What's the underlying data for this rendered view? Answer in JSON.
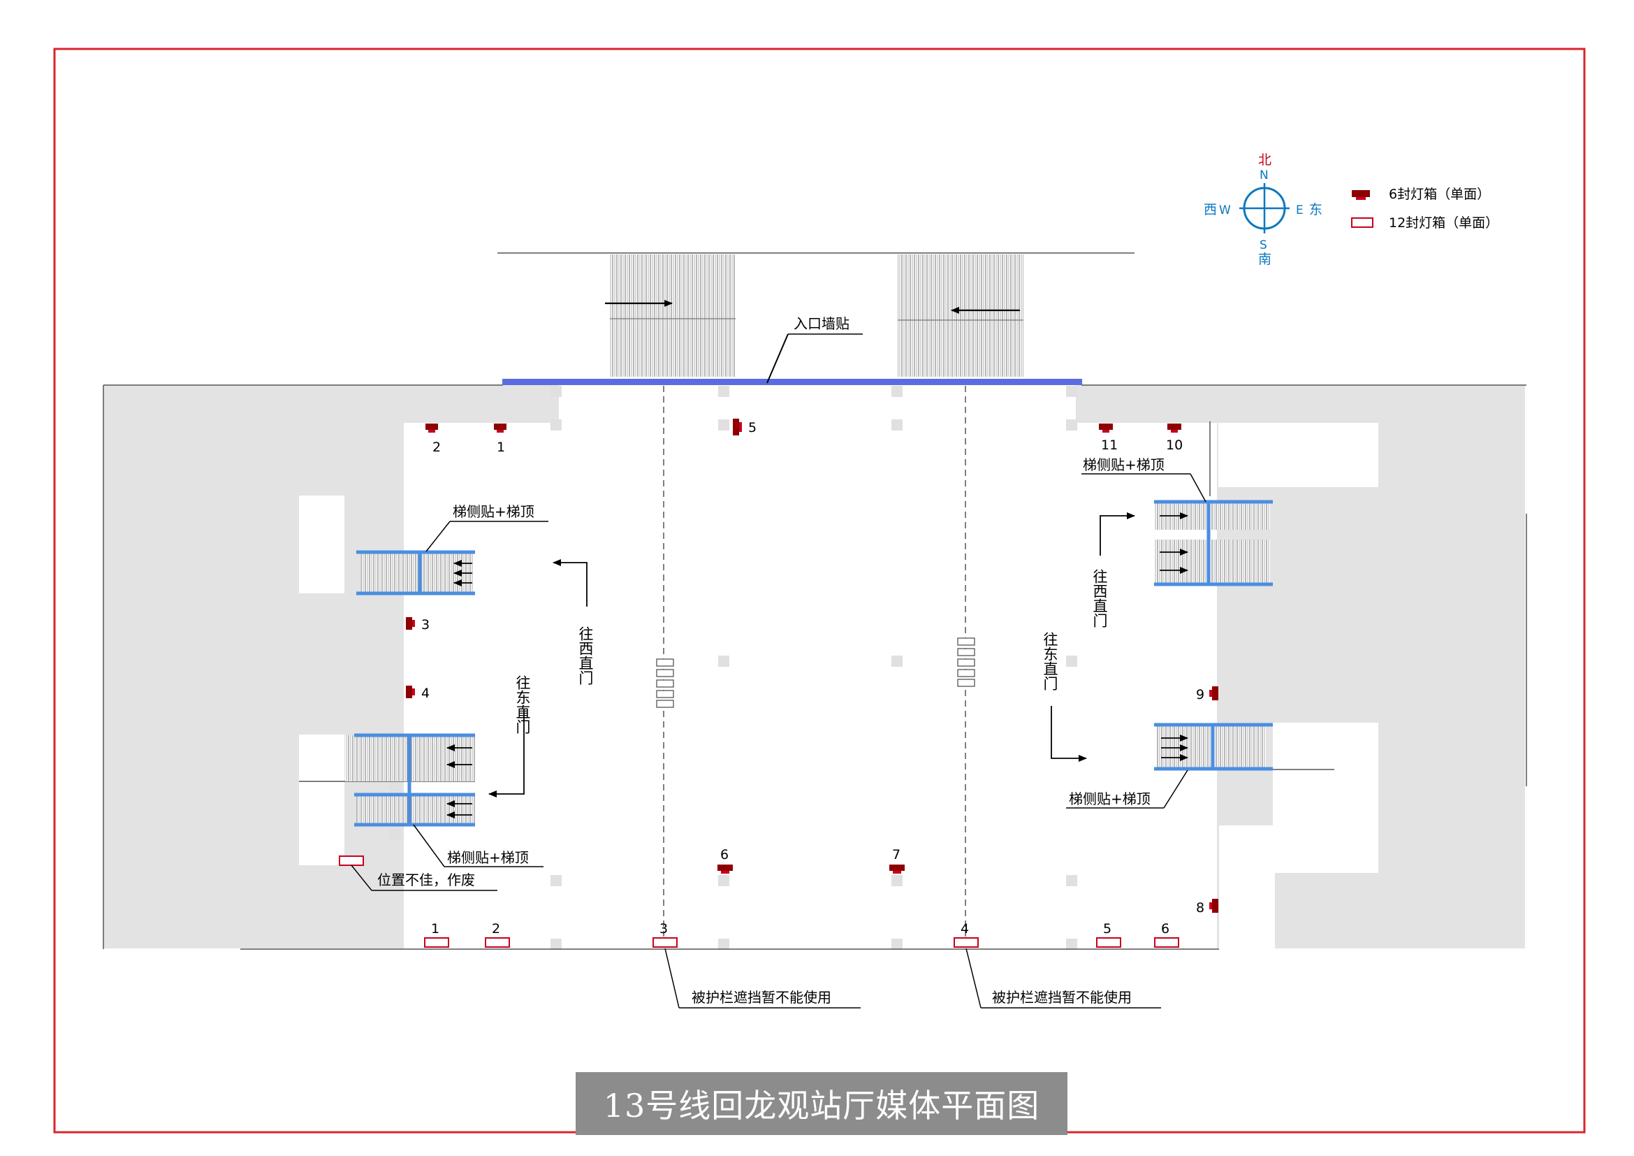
{
  "title": "13号线回龙观站厅媒体平面图",
  "colors": {
    "frame": "#d9262b",
    "wall": "#e3e3e3",
    "escalator_highlight": "#4a8ee0",
    "entrance_highlight": "#5a6de0",
    "lightbox_6": "#8e0000",
    "lightbox_12": "#c8001e",
    "compass": "#0a78c0"
  },
  "compass": {
    "north": "北",
    "north_letter": "N",
    "south": "南",
    "south_letter": "S",
    "west": "西",
    "west_letter": "W",
    "east": "东",
    "east_letter": "E"
  },
  "legend": {
    "six_sheet": "6封灯箱（单面）",
    "twelve_sheet": "12封灯箱（单面）"
  },
  "annotations": {
    "entrance_wall": "入口墙贴",
    "escalator_side_top": "梯侧贴+梯顶",
    "poor_position": "位置不佳，作废",
    "blocked_by_fence": "被护栏遮挡暂不能使用"
  },
  "directions": {
    "to_xizhimen": "往西直门",
    "to_dongzhimen": "往东直门"
  },
  "lightboxes_6": [
    "1",
    "2",
    "3",
    "4",
    "5",
    "6",
    "7",
    "8",
    "9",
    "10",
    "11"
  ],
  "lightboxes_12": [
    "1",
    "2",
    "3",
    "4",
    "5",
    "6"
  ]
}
